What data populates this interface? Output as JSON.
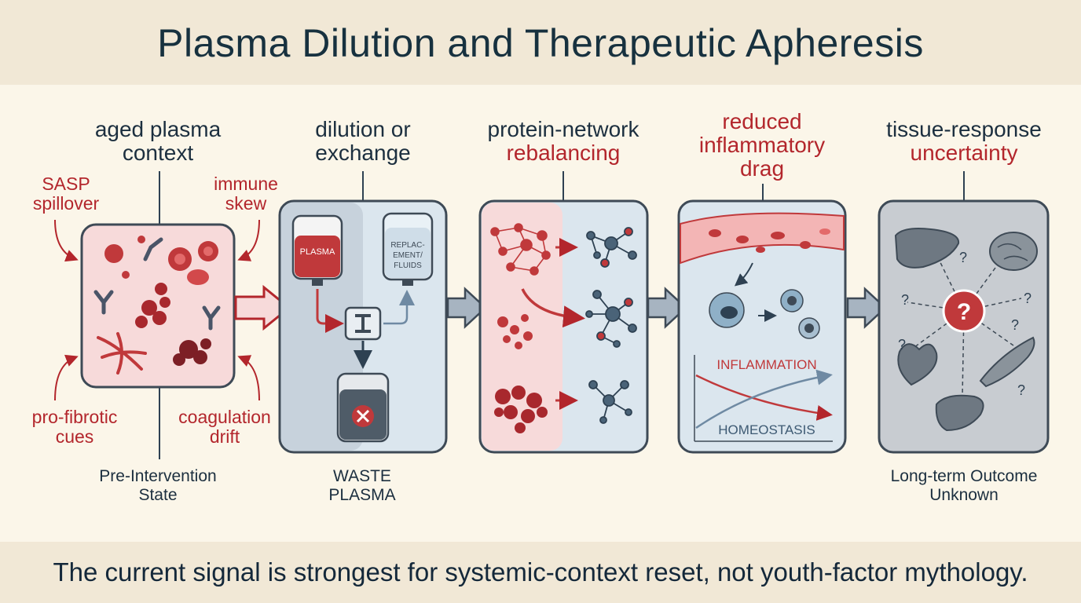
{
  "title": "Plasma Dilution and Therapeutic Apheresis",
  "footer": "The current signal is strongest for systemic-context reset, not youth-factor mythology.",
  "stages": [
    {
      "heading_lines": [
        "aged plasma",
        "context"
      ],
      "heading_red_lines": []
    },
    {
      "heading_lines": [
        "dilution or",
        "exchange"
      ],
      "heading_red_lines": []
    },
    {
      "heading_lines": [
        "protein-network"
      ],
      "heading_red_lines": [
        "rebalancing"
      ]
    },
    {
      "heading_lines": [],
      "heading_red_lines": [
        "reduced",
        "inflammatory",
        "drag"
      ]
    },
    {
      "heading_lines": [
        "tissue-response"
      ],
      "heading_red_lines": [
        "uncertainty"
      ]
    }
  ],
  "stage1": {
    "inputs": [
      {
        "lines": [
          "SASP",
          "spillover"
        ]
      },
      {
        "lines": [
          "immune",
          "skew"
        ]
      },
      {
        "lines": [
          "pro-fibrotic",
          "cues"
        ]
      },
      {
        "lines": [
          "coagulation",
          "drift"
        ]
      }
    ],
    "bottom_label": [
      "Pre-Intervention",
      "State"
    ]
  },
  "stage2": {
    "plasma_bag_label": "PLASMA",
    "replacement_label": [
      "REPLAC-",
      "EMENT/",
      "FLUIDS"
    ],
    "bottom_label": [
      "WASTE",
      "PLASMA"
    ]
  },
  "stage4": {
    "inflammation_label": "INFLAMMATION",
    "homeostasis_label": "HOMEOSTASIS"
  },
  "stage5": {
    "center_mark": "?",
    "question_mark": "?",
    "bottom_label": [
      "Long-term Outcome",
      "Unknown"
    ]
  },
  "colors": {
    "accent_red": "#b3262c",
    "navy": "#1c2f3f",
    "panel_border": "#3e4a56",
    "pink": "#f7dada",
    "blue": "#dbe6ee",
    "gray_panel": "#c8ccd1",
    "arrow_blue": "#a7b4c1"
  }
}
